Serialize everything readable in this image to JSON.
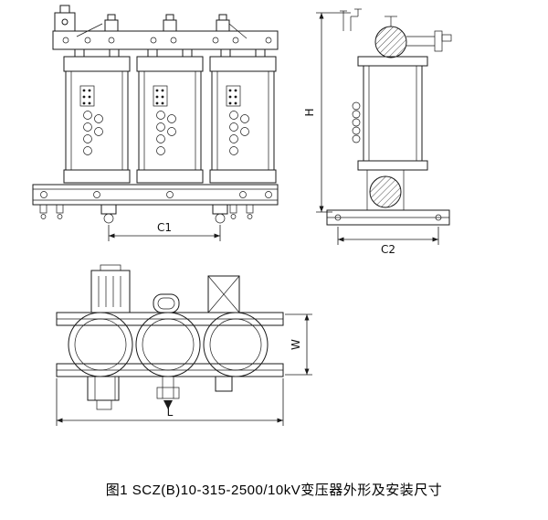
{
  "figure": {
    "caption": "图1 SCZ(B)10-315-2500/10kV变压器外形及安装尺寸",
    "dimensions": {
      "c1": "C1",
      "c2": "C2",
      "h": "H",
      "w": "W",
      "l": "L"
    }
  },
  "colors": {
    "ink": "#1a1a1a",
    "background": "#ffffff"
  }
}
